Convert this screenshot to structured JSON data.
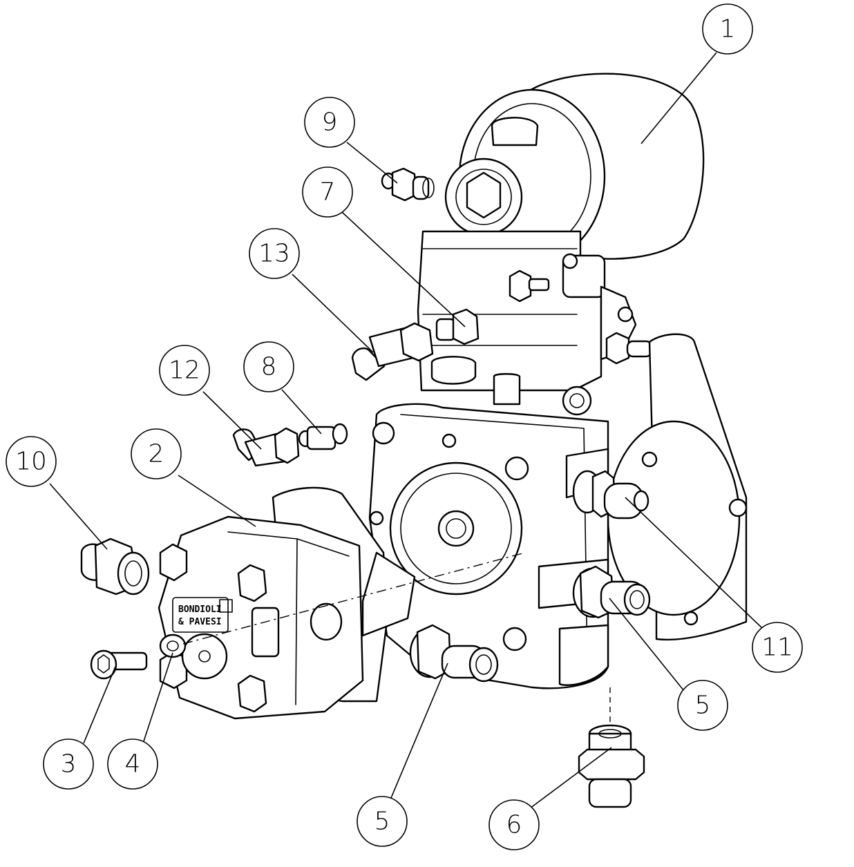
{
  "callouts": {
    "c1": "1",
    "c2": "2",
    "c3": "3",
    "c4": "4",
    "c5a": "5",
    "c5b": "5",
    "c6": "6",
    "c7": "7",
    "c8": "8",
    "c9": "9",
    "c10": "10",
    "c11": "11",
    "c12": "12",
    "c13": "13"
  },
  "pump_branding": {
    "line1": "BONDIOLI",
    "line2": "& PAVESI"
  }
}
